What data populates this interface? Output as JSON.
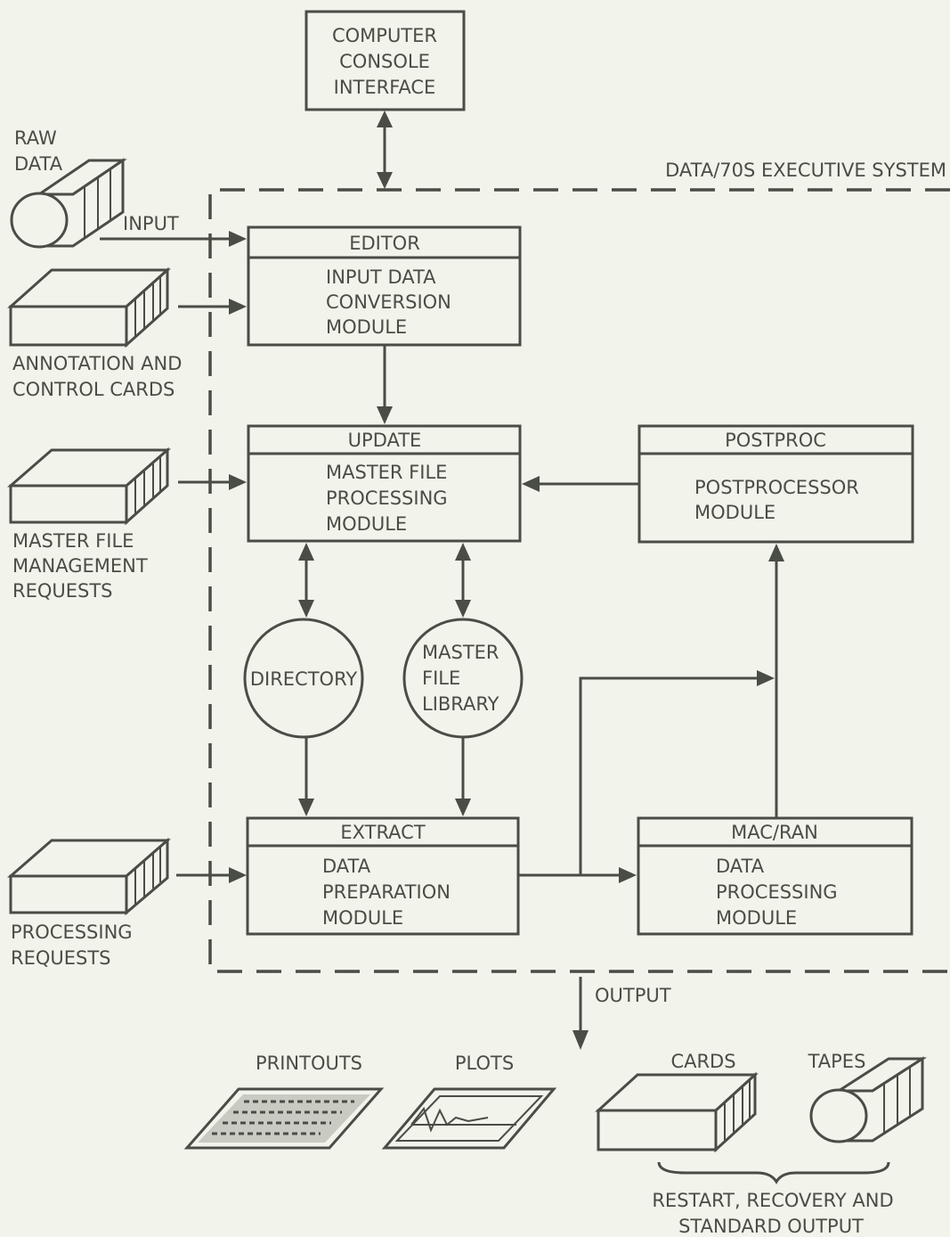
{
  "console": {
    "line1": "COMPUTER",
    "line2": "CONSOLE",
    "line3": "INTERFACE"
  },
  "system_label": "DATA/70S EXECUTIVE SYSTEM",
  "raw_data": {
    "line1": "RAW",
    "line2": "DATA"
  },
  "input_label": "INPUT",
  "annotation_cards": {
    "line1": "ANNOTATION AND",
    "line2": "CONTROL CARDS"
  },
  "master_requests": {
    "line1": "MASTER FILE",
    "line2": "MANAGEMENT",
    "line3": "REQUESTS"
  },
  "processing_requests": {
    "line1": "PROCESSING",
    "line2": "REQUESTS"
  },
  "editor": {
    "title": "EDITOR",
    "line1": "INPUT DATA",
    "line2": "CONVERSION",
    "line3": "MODULE"
  },
  "update": {
    "title": "UPDATE",
    "line1": "MASTER FILE",
    "line2": "PROCESSING",
    "line3": "MODULE"
  },
  "postproc": {
    "title": "POSTPROC",
    "line1": "POSTPROCESSOR",
    "line2": "MODULE"
  },
  "directory": {
    "label": "DIRECTORY"
  },
  "library": {
    "line1": "MASTER",
    "line2": "FILE",
    "line3": "LIBRARY"
  },
  "extract": {
    "title": "EXTRACT",
    "line1": "DATA",
    "line2": "PREPARATION",
    "line3": "MODULE"
  },
  "macran": {
    "title": "MAC/RAN",
    "line1": "DATA",
    "line2": "PROCESSING",
    "line3": "MODULE"
  },
  "output_label": "OUTPUT",
  "outputs": {
    "printouts": "PRINTOUTS",
    "plots": "PLOTS",
    "cards": "CARDS",
    "tapes": "TAPES"
  },
  "restart": {
    "line1": "RESTART, RECOVERY AND",
    "line2": "STANDARD OUTPUT"
  }
}
